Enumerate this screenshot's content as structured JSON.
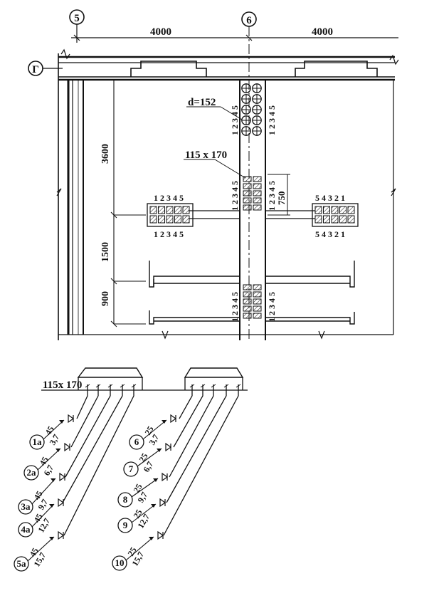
{
  "plan": {
    "axis_marks": [
      "5",
      "6",
      "Г"
    ],
    "dims_top": [
      "4000",
      "4000"
    ],
    "dims_left": [
      "3600",
      "1500",
      "900"
    ],
    "dim_750": "750",
    "pipe_label": "d=152",
    "duct_label": "115 x 170",
    "seq_12345": "1 2 3 4 5",
    "seq_54321": "5 4 3 2 1"
  },
  "lower": {
    "duct_label": "115x 170",
    "legend_left": [
      {
        "id": "1a",
        "top": "45",
        "bottom": "3,7"
      },
      {
        "id": "2a",
        "top": "45",
        "bottom": "6,7"
      },
      {
        "id": "3a",
        "top": "45",
        "bottom": "9,7"
      },
      {
        "id": "4a",
        "top": "45",
        "bottom": "12,7"
      },
      {
        "id": "5a",
        "top": "45",
        "bottom": "15,7"
      }
    ],
    "legend_right": [
      {
        "id": "6",
        "top": "25",
        "bottom": "3,7"
      },
      {
        "id": "7",
        "top": "25",
        "bottom": "6,7"
      },
      {
        "id": "8",
        "top": "25",
        "bottom": "9,7"
      },
      {
        "id": "9",
        "top": "25",
        "bottom": "12,7"
      },
      {
        "id": "10",
        "top": "25",
        "bottom": "15,7"
      }
    ]
  }
}
